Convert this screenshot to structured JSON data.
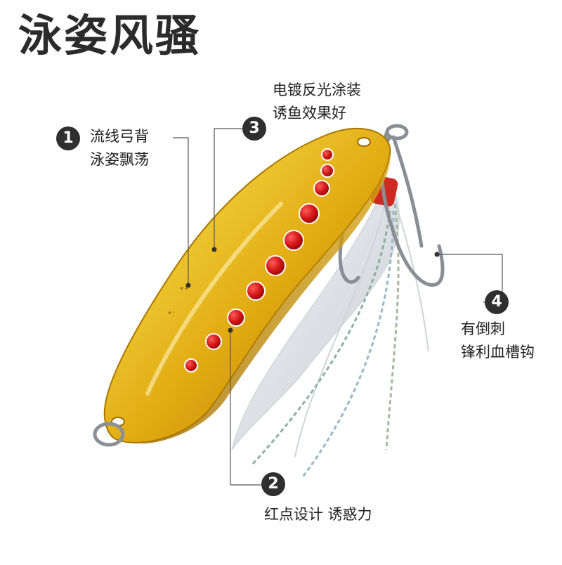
{
  "title": "泳姿风骚",
  "callouts": [
    {
      "number": "1",
      "lines": [
        "流线弓背",
        "泳姿飘荡"
      ]
    },
    {
      "number": "2",
      "lines": [
        "红点设计 诱惑力"
      ]
    },
    {
      "number": "3",
      "lines": [
        "电镀反光涂装",
        "诱鱼效果好"
      ]
    },
    {
      "number": "4",
      "lines": [
        "有倒刺",
        "锋利血槽钩"
      ]
    }
  ],
  "colors": {
    "gold": "#e8b820",
    "red_dots": "#d21818",
    "text": "#222222",
    "badge": "#2f2f2f"
  }
}
